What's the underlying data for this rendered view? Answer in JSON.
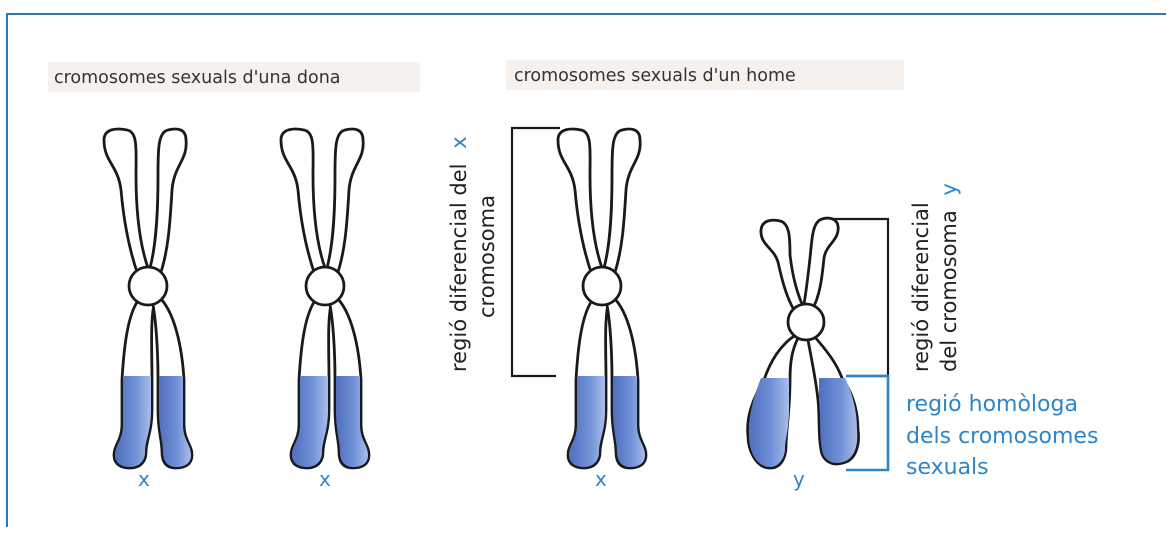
{
  "female": {
    "heading": "cromosomes sexuals d'una dona",
    "label_left": "x",
    "label_right": "x"
  },
  "male": {
    "heading": "cromosomes sexuals d'un home",
    "label_x": "x",
    "label_y": "y"
  },
  "regions": {
    "x_differential_line1": "regió diferencial del",
    "x_differential_line2": "cromosoma",
    "x_differential_letter": "x",
    "y_differential_line1": "regió diferencial",
    "y_differential_line2": "del cromosoma",
    "y_differential_letter": "y",
    "homologous_line1": "regió homòloga",
    "homologous_line2": "dels cromosomes",
    "homologous_line3": "sexuals"
  },
  "colors": {
    "frame": "#2a7ab8",
    "outline": "#1a1a1a",
    "fill": "#5d7dc9",
    "label_blue": "#2e86c8",
    "heading_bg": "#f6f1ec"
  }
}
